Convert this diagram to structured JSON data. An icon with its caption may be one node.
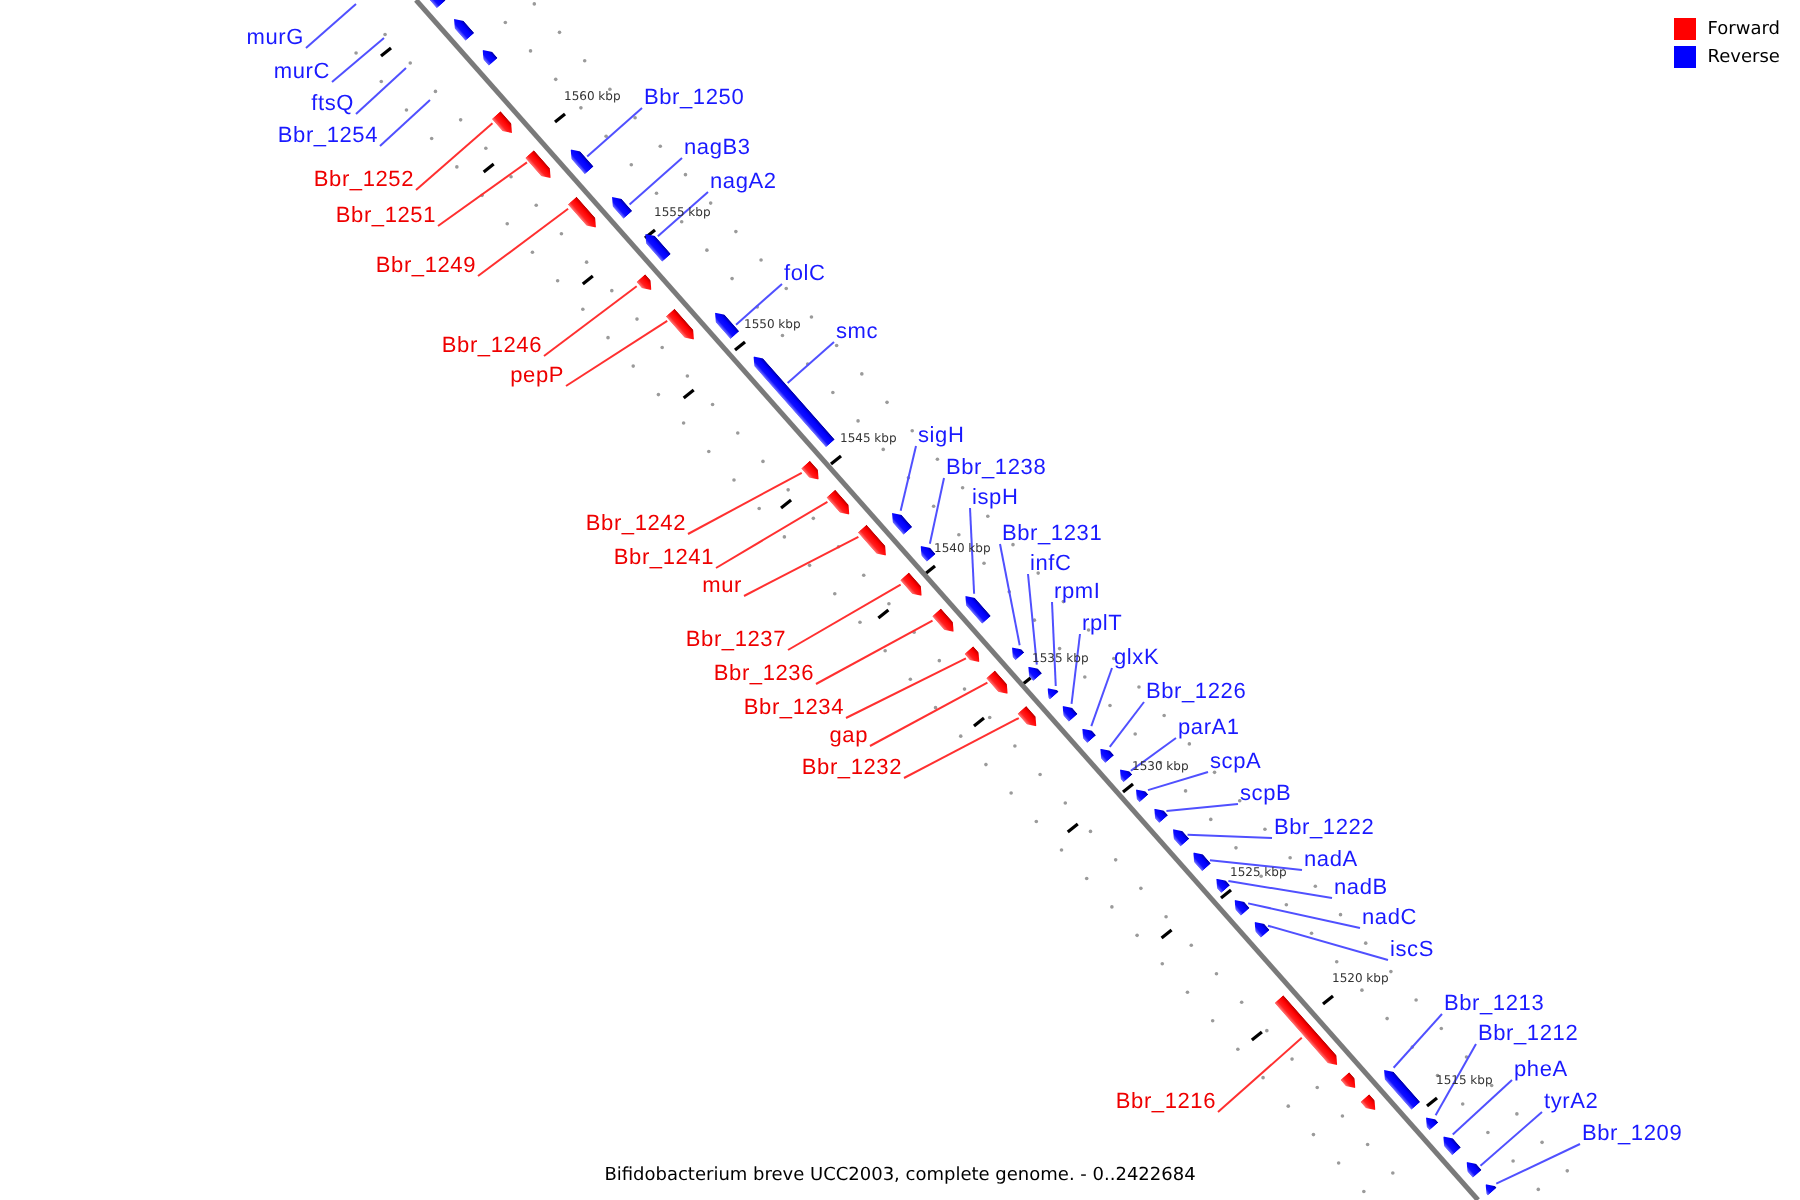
{
  "diagram": {
    "caption": "Bifidobacterium breve UCC2003, complete genome. - 0..2422684",
    "nodes": [
      {
        "text": [],
        "shape": "box"
      },
      {
        "text": [],
        "shape": "box"
      },
      {
        "text": [],
        "shape": "box"
      },
      {
        "text": [
          "murG"
        ]
      },
      {
        "text": [
          "murC"
        ]
      },
      {
        "text": [
          "ftsQ"
        ]
      },
      {
        "text": [
          "Bbr_1254"
        ]
      },
      {
        "text": [
          "Bbr_1250"
        ]
      },
      {
        "text": [],
        "shape": "box"
      },
      {
        "text": [
          "Bbr_1252"
        ]
      },
      {
        "text": [],
        "shape": "box"
      },
      {
        "text": [
          "Bbr_1251"
        ]
      },
      {
        "text": [],
        "shape": "box"
      },
      {
        "text": [
          "nagB3"
        ]
      },
      {
        "text": [],
        "shape": "box"
      },
      {
        "text": [
          "nagA2"
        ]
      },
      {
        "text": [],
        "shape": "box"
      },
      {
        "text": [
          "Bbr_1249"
        ]
      },
      {
        "text": [],
        "shape": "box"
      },
      {
        "text": [
          "folC"
        ]
      },
      {
        "text": [],
        "shape": "box"
      },
      {
        "text": [
          "smc"
        ]
      },
      {
        "text": [],
        "shape": "box"
      },
      {
        "text": [
          "Bbr_1246"
        ]
      },
      {
        "text": [],
        "shape": "box"
      },
      {
        "text": [
          "pepP"
        ]
      },
      {
        "text": [],
        "shape": "box"
      },
      {
        "text": [
          "sigH"
        ]
      },
      {
        "text": [],
        "shape": "box"
      },
      {
        "text": [
          "Bbr_1238"
        ]
      },
      {
        "text": [],
        "shape": "box"
      },
      {
        "text": [
          "ispH"
        ]
      },
      {
        "text": [],
        "shape": "box"
      },
      {
        "text": [
          "Bbr_1242"
        ]
      },
      {
        "text": [],
        "shape": "box"
      },
      {
        "text": [
          "Bbr_1241"
        ]
      },
      {
        "text": [],
        "shape": "box"
      },
      {
        "text": [
          "mur"
        ]
      },
      {
        "text": [],
        "shape": "box"
      },
      {
        "text": [
          "Bbr_1231"
        ]
      },
      {
        "text": [],
        "shape": "box"
      },
      {
        "text": [
          "infC"
        ]
      },
      {
        "text": [],
        "shape": "box"
      },
      {
        "text": [
          "rpmI"
        ]
      },
      {
        "text": [],
        "shape": "box"
      },
      {
        "text": [
          "rplT"
        ]
      },
      {
        "text": [],
        "shape": "box"
      },
      {
        "text": [
          "Bbr_1237"
        ]
      },
      {
        "text": [],
        "shape": "box"
      },
      {
        "text": [
          "Bbr_1236"
        ]
      },
      {
        "text": [],
        "shape": "box"
      },
      {
        "text": [
          "glxK"
        ]
      },
      {
        "text": [],
        "shape": "box"
      },
      {
        "text": [
          "Bbr_1226"
        ]
      },
      {
        "text": [],
        "shape": "box"
      },
      {
        "text": [
          "Bbr_1234"
        ]
      },
      {
        "text": [],
        "shape": "box"
      },
      {
        "text": [
          "gap"
        ]
      },
      {
        "text": [],
        "shape": "box"
      },
      {
        "text": [
          "parA1"
        ]
      },
      {
        "text": [],
        "shape": "box"
      },
      {
        "text": [
          "Bbr_1232"
        ]
      },
      {
        "text": [],
        "shape": "box"
      },
      {
        "text": [
          "scpA"
        ]
      },
      {
        "text": [],
        "shape": "box"
      },
      {
        "text": [
          "scpB"
        ]
      },
      {
        "text": [],
        "shape": "box"
      },
      {
        "text": [
          "Bbr_1222"
        ]
      },
      {
        "text": [],
        "shape": "box"
      },
      {
        "text": [
          "nadA"
        ]
      },
      {
        "text": [],
        "shape": "box"
      },
      {
        "text": [
          "nadB"
        ]
      },
      {
        "text": [],
        "shape": "box"
      },
      {
        "text": [
          "nadC"
        ]
      },
      {
        "text": [],
        "shape": "box"
      },
      {
        "text": [
          "iscS"
        ]
      },
      {
        "text": [],
        "shape": "box"
      },
      {
        "text": [
          "Bbr_1213"
        ]
      },
      {
        "text": [],
        "shape": "box"
      },
      {
        "text": [
          "Bbr_1212"
        ]
      },
      {
        "text": [],
        "shape": "box"
      },
      {
        "text": [
          "pheA"
        ]
      },
      {
        "text": [],
        "shape": "box"
      },
      {
        "text": [
          "Bbr_1216"
        ]
      },
      {
        "text": [],
        "shape": "box"
      },
      {
        "text": [],
        "shape": "box"
      },
      {
        "text": [],
        "shape": "box"
      },
      {
        "text": [
          "tyrA2"
        ]
      },
      {
        "text": [],
        "shape": "box"
      },
      {
        "text": [
          "Bbr_1209"
        ]
      },
      {
        "text": [],
        "shape": "box"
      }
    ],
    "edges": [
      {
        "from": 3,
        "to": null,
        "arrow": "none"
      },
      {
        "from": 4,
        "to": null,
        "arrow": "none"
      },
      {
        "from": 5,
        "to": null,
        "arrow": "none"
      },
      {
        "from": 6,
        "to": null,
        "arrow": "none"
      },
      {
        "from": 7,
        "to": 8,
        "arrow": "none"
      },
      {
        "from": 9,
        "to": 10,
        "arrow": "none",
        "color": "#ff3030"
      },
      {
        "from": 11,
        "to": 12,
        "arrow": "none",
        "color": "#ff3030"
      },
      {
        "from": 13,
        "to": 14,
        "arrow": "none"
      },
      {
        "from": 15,
        "to": 16,
        "arrow": "none"
      },
      {
        "from": 17,
        "to": 18,
        "arrow": "none",
        "color": "#ff3030"
      },
      {
        "from": 19,
        "to": 20,
        "arrow": "none"
      },
      {
        "from": 21,
        "to": 22,
        "arrow": "none"
      },
      {
        "from": 23,
        "to": 24,
        "arrow": "none",
        "color": "#ff3030"
      },
      {
        "from": 25,
        "to": 26,
        "arrow": "none",
        "color": "#ff3030"
      },
      {
        "from": 27,
        "to": 28,
        "arrow": "none"
      },
      {
        "from": 29,
        "to": 30,
        "arrow": "none"
      },
      {
        "from": 31,
        "to": 32,
        "arrow": "none"
      },
      {
        "from": 33,
        "to": 34,
        "arrow": "none",
        "color": "#ff3030"
      },
      {
        "from": 35,
        "to": 36,
        "arrow": "none",
        "color": "#ff3030"
      },
      {
        "from": 37,
        "to": 38,
        "arrow": "none",
        "color": "#ff3030"
      },
      {
        "from": 39,
        "to": 40,
        "arrow": "none"
      },
      {
        "from": 41,
        "to": 42,
        "arrow": "none"
      },
      {
        "from": 43,
        "to": 44,
        "arrow": "none"
      },
      {
        "from": 45,
        "to": 46,
        "arrow": "none"
      },
      {
        "from": 47,
        "to": 48,
        "arrow": "none",
        "color": "#ff3030"
      },
      {
        "from": 49,
        "to": 50,
        "arrow": "none",
        "color": "#ff3030"
      },
      {
        "from": 51,
        "to": 52,
        "arrow": "none"
      },
      {
        "from": 53,
        "to": 54,
        "arrow": "none"
      },
      {
        "from": 55,
        "to": 56,
        "arrow": "none",
        "color": "#ff3030"
      },
      {
        "from": 57,
        "to": 58,
        "arrow": "none",
        "color": "#ff3030"
      },
      {
        "from": 59,
        "to": 60,
        "arrow": "none"
      },
      {
        "from": 61,
        "to": 62,
        "arrow": "none",
        "color": "#ff3030"
      },
      {
        "from": 63,
        "to": 64,
        "arrow": "none"
      },
      {
        "from": 65,
        "to": 66,
        "arrow": "none"
      },
      {
        "from": 67,
        "to": 68,
        "arrow": "none"
      },
      {
        "from": 69,
        "to": 70,
        "arrow": "none"
      },
      {
        "from": 71,
        "to": 72,
        "arrow": "none"
      },
      {
        "from": 73,
        "to": 74,
        "arrow": "none"
      },
      {
        "from": 75,
        "to": 76,
        "arrow": "none"
      },
      {
        "from": 77,
        "to": 78,
        "arrow": "none"
      },
      {
        "from": 79,
        "to": 80,
        "arrow": "none"
      },
      {
        "from": 81,
        "to": 82,
        "arrow": "none"
      },
      {
        "from": 83,
        "to": 84,
        "arrow": "none",
        "color": "#ff3030"
      },
      {
        "from": 87,
        "to": 88,
        "arrow": "none"
      },
      {
        "from": 89,
        "to": 90,
        "arrow": "none"
      }
    ],
    "labels": [
      "1560 kbp",
      "1555 kbp",
      "1550 kbp",
      "1545 kbp",
      "1540 kbp",
      "1535 kbp",
      "1530 kbp",
      "1525 kbp",
      "1520 kbp",
      "1515 kbp"
    ],
    "legend": [
      {
        "text": "Forward",
        "color": "#ff0000"
      },
      {
        "text": "Reverse",
        "color": "#0000ff"
      }
    ]
  }
}
